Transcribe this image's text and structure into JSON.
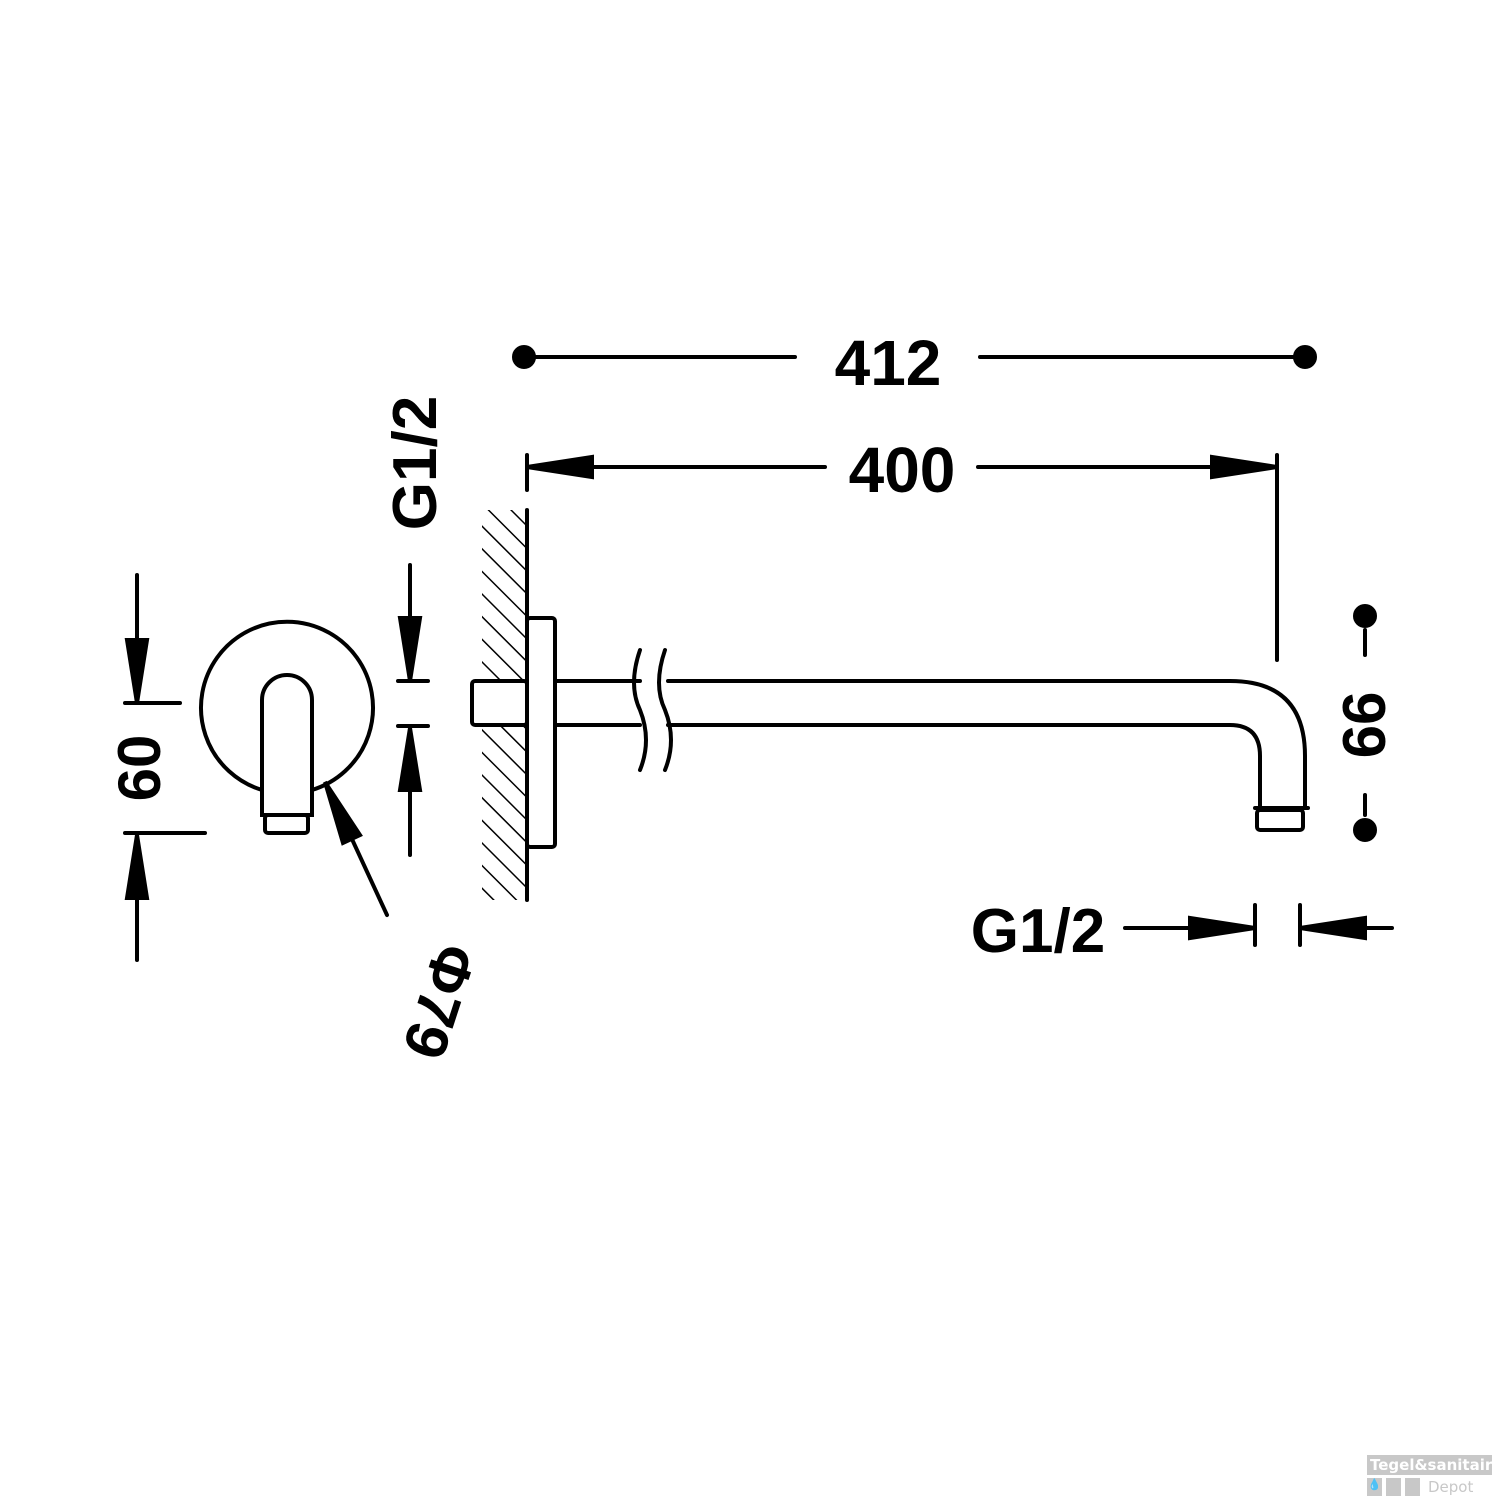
{
  "dimensions": {
    "overall_length": "412",
    "arm_length": "400",
    "drop_height": "99",
    "outlet_thread": "G1/2",
    "inlet_thread": "G1/2",
    "rosette_height": "60",
    "rosette_diameter": "Φ79"
  },
  "watermark": {
    "line1": "Tegel&sanitair",
    "line2": "Depot"
  },
  "colors": {
    "line": "#000000",
    "watermark": "#c8c8c8"
  }
}
